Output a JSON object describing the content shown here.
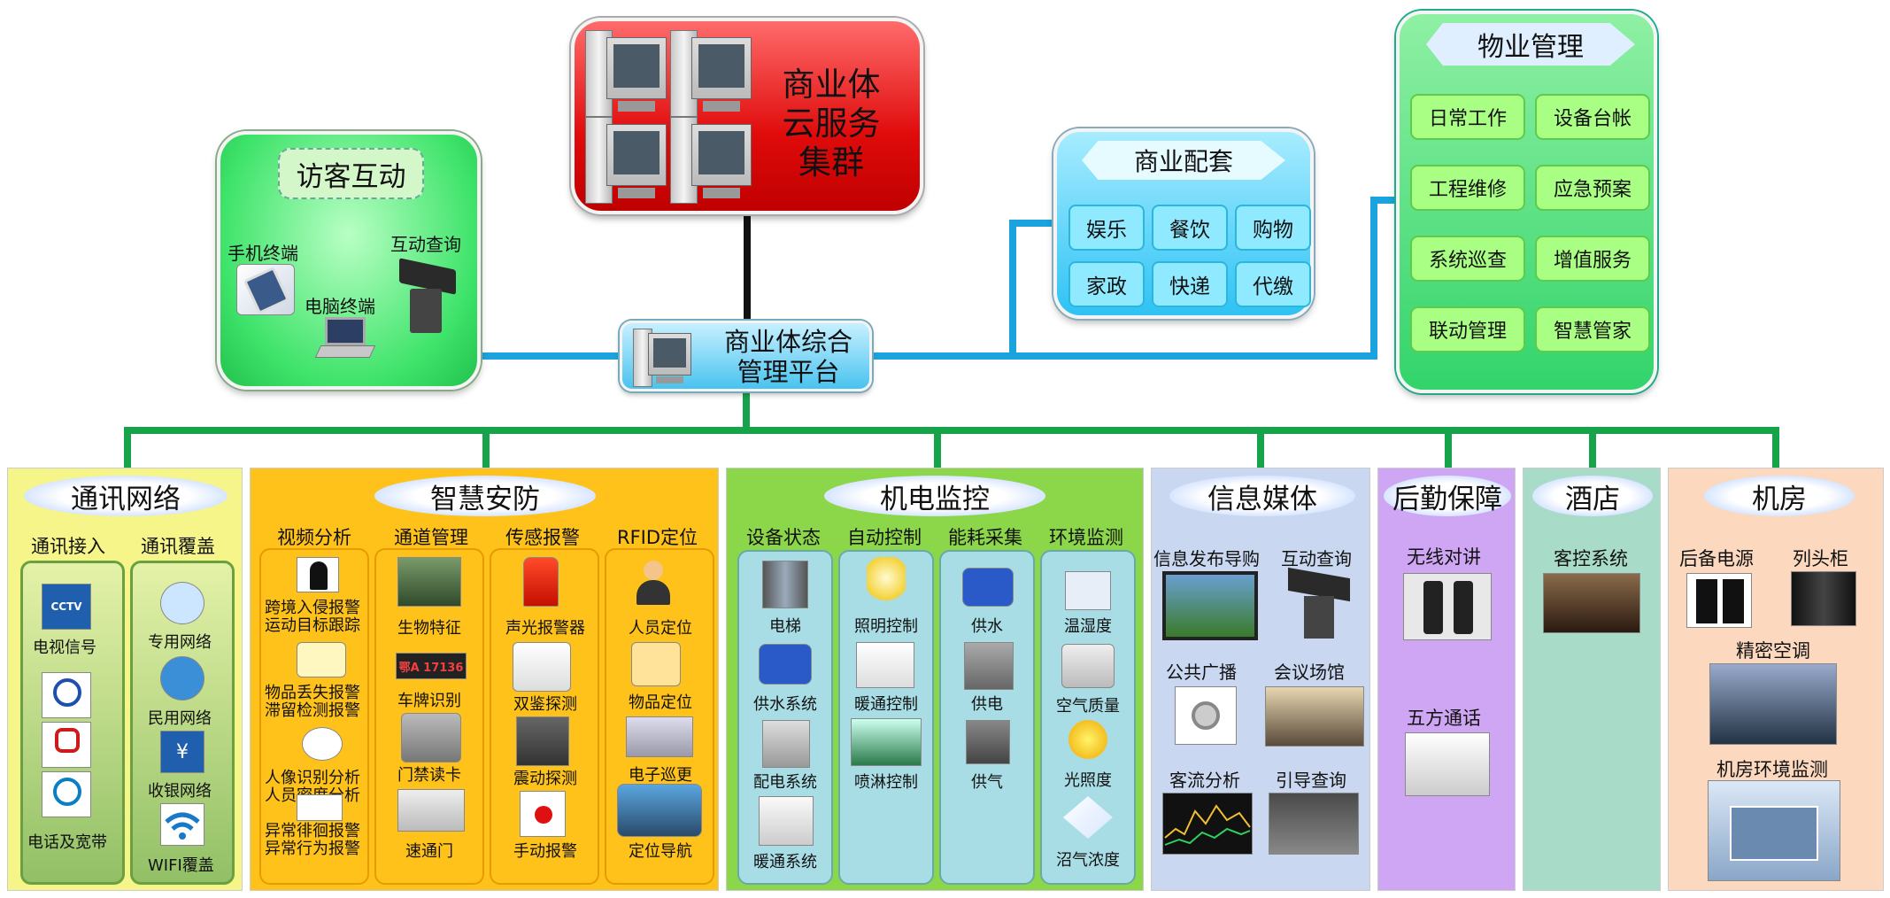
{
  "cloud": {
    "title": "商业体\n云服务\n集群"
  },
  "visitor": {
    "title": "访客互动",
    "items": {
      "mobile": "手机终端",
      "pc": "电脑终端",
      "query": "互动查询"
    }
  },
  "commerce": {
    "title": "商业配套",
    "items": [
      "娱乐",
      "餐饮",
      "购物",
      "家政",
      "快递",
      "代缴"
    ]
  },
  "property": {
    "title": "物业管理",
    "items": [
      "日常工作",
      "设备台帐",
      "工程维修",
      "应急预案",
      "系统巡查",
      "增值服务",
      "联动管理",
      "智慧管家"
    ]
  },
  "platform": {
    "title": "商业体综合\n管理平台"
  },
  "comm": {
    "title": "通讯网络",
    "col1": {
      "heading": "通讯接入",
      "items": [
        "电视信号",
        "电话及宽带"
      ],
      "logo_cctv": "CCTV"
    },
    "col2": {
      "heading": "通讯覆盖",
      "items": [
        "专用网络",
        "民用网络",
        "收银网络",
        "WIFI覆盖"
      ]
    }
  },
  "security": {
    "title": "智慧安防",
    "cols": [
      {
        "heading": "视频分析",
        "items": [
          "跨境入侵报警\n运动目标跟踪",
          "物品丢失报警\n滞留检测报警",
          "人像识别分析\n人员密度分析",
          "异常徘徊报警\n异常行为报警"
        ]
      },
      {
        "heading": "通道管理",
        "items": [
          "生物特征",
          "车牌识别",
          "门禁读卡",
          "速通门"
        ],
        "plate": "鄂A 17136"
      },
      {
        "heading": "传感报警",
        "items": [
          "声光报警器",
          "双鉴探测",
          "震动探测",
          "手动报警"
        ]
      },
      {
        "heading": "RFID定位",
        "items": [
          "人员定位",
          "物品定位",
          "电子巡更",
          "定位导航"
        ]
      }
    ]
  },
  "mep": {
    "title": "机电监控",
    "cols": [
      {
        "heading": "设备状态",
        "items": [
          "电梯",
          "供水系统",
          "配电系统",
          "暖通系统"
        ]
      },
      {
        "heading": "自动控制",
        "items": [
          "照明控制",
          "暖通控制",
          "喷淋控制"
        ]
      },
      {
        "heading": "能耗采集",
        "items": [
          "供水",
          "供电",
          "供气"
        ]
      },
      {
        "heading": "环境监测",
        "items": [
          "温湿度",
          "空气质量",
          "光照度",
          "沼气浓度"
        ]
      }
    ]
  },
  "media": {
    "title": "信息媒体",
    "items": [
      "信息发布导购",
      "互动查询",
      "公共广播",
      "会议场馆",
      "客流分析",
      "引导查询"
    ]
  },
  "logistics": {
    "title": "后勤保障",
    "items": [
      "无线对讲",
      "五方通话"
    ]
  },
  "hotel": {
    "title": "酒店",
    "items": [
      "客控系统"
    ]
  },
  "room": {
    "title": "机房",
    "items": [
      "后备电源",
      "列头柜",
      "精密空调",
      "机房环境监测"
    ]
  }
}
